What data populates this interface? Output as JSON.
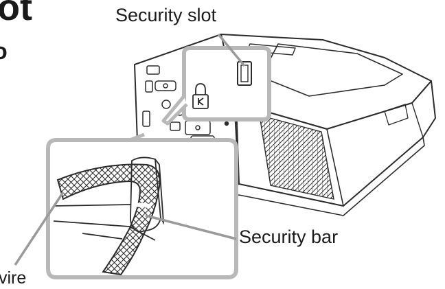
{
  "heading": {
    "fragment": "ot"
  },
  "labels": {
    "security_slot": "Security slot",
    "security_bar": "Security bar",
    "wire_fragment": "vire"
  },
  "edge_fragments": {
    "line1": "o",
    "line2": "."
  },
  "icons": [
    "lock-icon"
  ],
  "colors": {
    "line": "#2b2b2b",
    "callout_frame": "#b8b8b8",
    "leader_line": "#9a9a9a",
    "wire_fill": "#ffffff"
  }
}
